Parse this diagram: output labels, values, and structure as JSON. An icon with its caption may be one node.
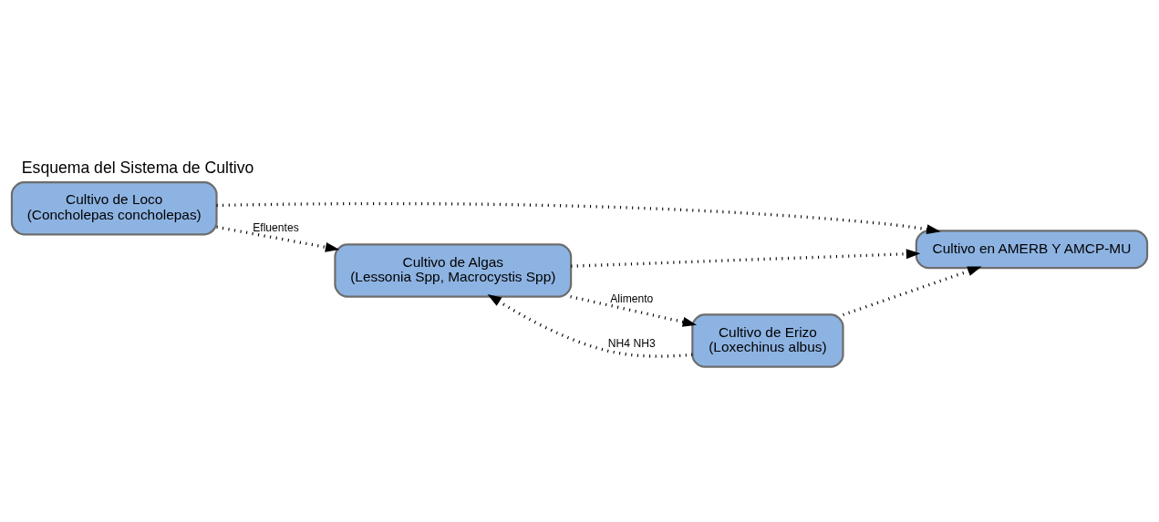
{
  "diagram": {
    "title": "Esquema del Sistema de Cultivo",
    "nodes": [
      {
        "text": [
          "Cultivo en AMERB Y AMCP-MU"
        ]
      },
      {
        "text": [
          "Cultivo de Loco",
          "(Concholepas concholepas)"
        ]
      },
      {
        "text": [
          "Cultivo de Algas",
          "(Lessonia Spp, Macrocystis Spp)"
        ]
      },
      {
        "text": [
          "Cultivo de Erizo",
          "(Loxechinus albus)"
        ]
      }
    ],
    "edges": [
      {
        "from": 1,
        "to": 0,
        "arrow": "to"
      },
      {
        "from": 1,
        "to": 2,
        "arrow": "to",
        "label": "Efluentes"
      },
      {
        "from": 3,
        "to": 2,
        "arrow": "to",
        "label": "NH4 NH3"
      },
      {
        "from": 2,
        "to": 0,
        "arrow": "to"
      },
      {
        "from": 3,
        "to": 0,
        "arrow": "to"
      },
      {
        "from": 2,
        "to": 3,
        "arrow": "to",
        "label": "Alimento"
      }
    ]
  }
}
